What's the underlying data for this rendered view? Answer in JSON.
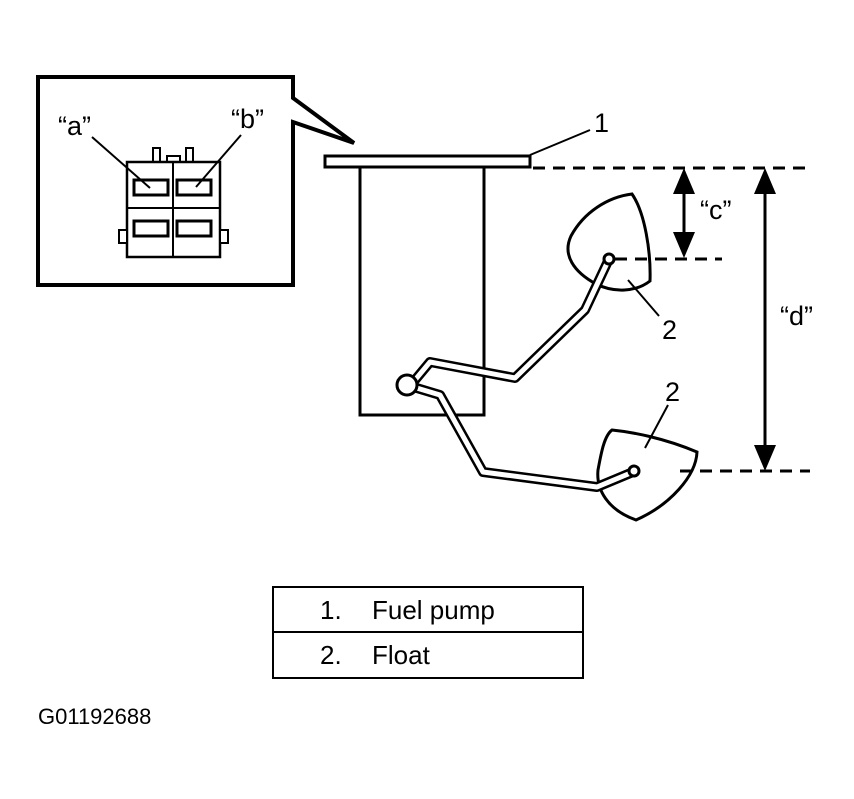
{
  "labels": {
    "a": "“a”",
    "b": "“b”",
    "c": "“c”",
    "d": "“d”",
    "callout_1": "1",
    "callout_2_upper": "2",
    "callout_2_lower": "2"
  },
  "legend": [
    {
      "num": "1.",
      "text": "Fuel pump"
    },
    {
      "num": "2.",
      "text": "Float"
    }
  ],
  "figure_code": "G01192688"
}
